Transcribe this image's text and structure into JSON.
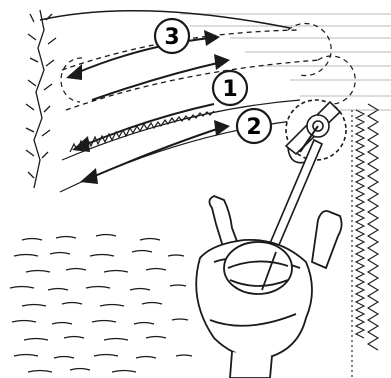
{
  "callouts": [
    {
      "id": "step-1",
      "label": "1"
    },
    {
      "id": "step-2",
      "label": "2"
    },
    {
      "id": "step-3",
      "label": "3"
    }
  ],
  "colors": {
    "ink": "#1a1a1a",
    "background": "#ffffff",
    "shading": "#e6e6e6"
  },
  "icons": {
    "operator": "person-with-trimmer-icon",
    "trimmer_head": "trimmer-head-icon",
    "water": "water-icon",
    "hedge": "hedge-icon"
  }
}
